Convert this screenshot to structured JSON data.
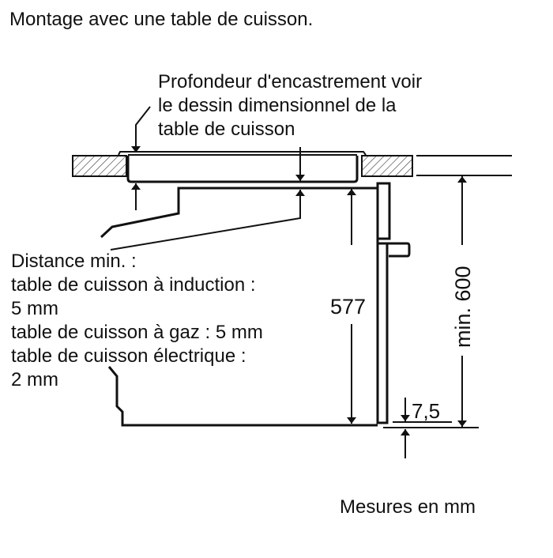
{
  "title": "Montage avec une table de cuisson.",
  "depth_note": [
    "Profondeur d'encastrement voir",
    "le dessin dimensionnel de la",
    "table de cuisson"
  ],
  "distance_note": [
    "Distance min. :",
    "table de cuisson à induction :",
    "5 mm",
    "table de cuisson à gaz : 5 mm",
    "table de cuisson électrique :",
    "2 mm"
  ],
  "dimensions": {
    "height": "577",
    "min_height": "min. 600",
    "offset": "7,5"
  },
  "units_note": "Mesures en mm"
}
